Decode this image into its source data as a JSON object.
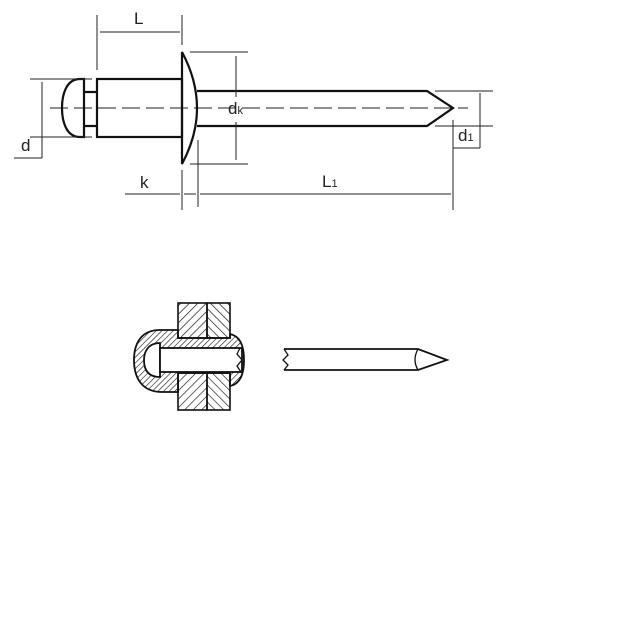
{
  "title_block": null,
  "labels": {
    "L": {
      "base": "L",
      "sub": ""
    },
    "dk": {
      "base": "d",
      "sub": "k"
    },
    "d": {
      "base": "d",
      "sub": ""
    },
    "d1": {
      "base": "d",
      "sub": "1"
    },
    "k": {
      "base": "k",
      "sub": ""
    },
    "L1": {
      "base": "L",
      "sub": "1"
    }
  },
  "views": [
    "blind-rivet-dimension-view",
    "blind-rivet-installed-section-view"
  ],
  "colors": {
    "line": "#111111",
    "background": "#ffffff"
  }
}
